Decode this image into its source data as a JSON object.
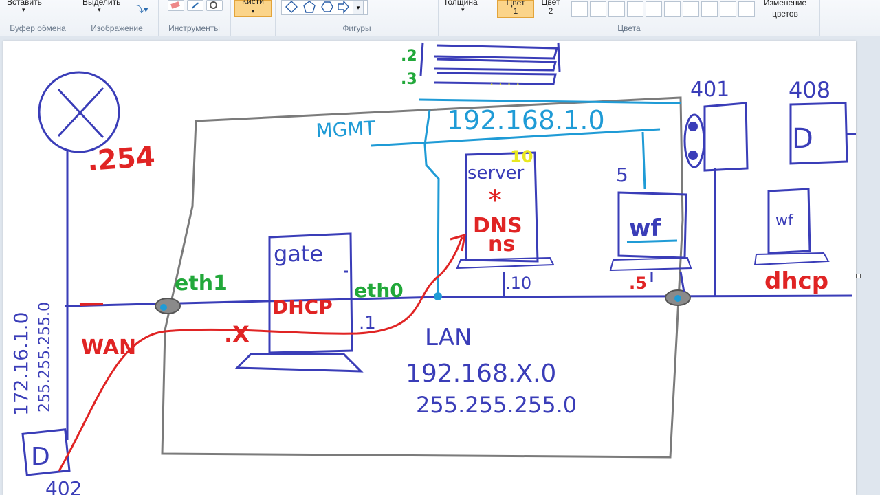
{
  "ribbon": {
    "clipboard": {
      "paste_label": "Вставить",
      "group_label": "Буфер обмена"
    },
    "image": {
      "select_label": "Выделить",
      "group_label": "Изображение"
    },
    "tools": {
      "group_label": "Инструменты"
    },
    "brushes": {
      "label": "Кисти"
    },
    "shapes": {
      "group_label": "Фигуры"
    },
    "size": {
      "label": "Толщина"
    },
    "color1": {
      "label": "Цвет",
      "num": "1"
    },
    "color2": {
      "label": "Цвет",
      "num": "2"
    },
    "edit_colors": {
      "label_line1": "Изменение",
      "label_line2": "цветов"
    },
    "colors": {
      "group_label": "Цвета"
    }
  },
  "drawing": {
    "dot2": ".2",
    "dot3": ".3",
    "mgmt": "MGMT",
    "mgmt_net": "192.168.1.0",
    "server": "server",
    "ten_yellow": "10",
    "dns": "DNS",
    "ns": "ns",
    "room401": "401",
    "room408": "408",
    "five": "5",
    "wf_main": "wf",
    "wf_side": "wf",
    "dhcp": "dhcp",
    "dot254": ".254",
    "wan_net": "172.16.1.0",
    "wan_mask": "255.255.255.0",
    "eth1": "eth1",
    "gate": "gate",
    "gate_dhcp": "DHCP",
    "eth0": "eth0",
    "dot10": ".10",
    "dot5": ".5",
    "dot1": ".1",
    "wan": "WAN",
    "dotx": ".X",
    "lan": "LAN",
    "lan_net": "192.168.X.0",
    "lan_mask": "255.255.255.0",
    "room402": "402"
  },
  "colors": {
    "blue": "#3a3db8",
    "red": "#e02424",
    "green": "#22a83a",
    "cyan": "#1f9bd6",
    "gray": "#7b7b7b",
    "yellow": "#e8e820"
  }
}
